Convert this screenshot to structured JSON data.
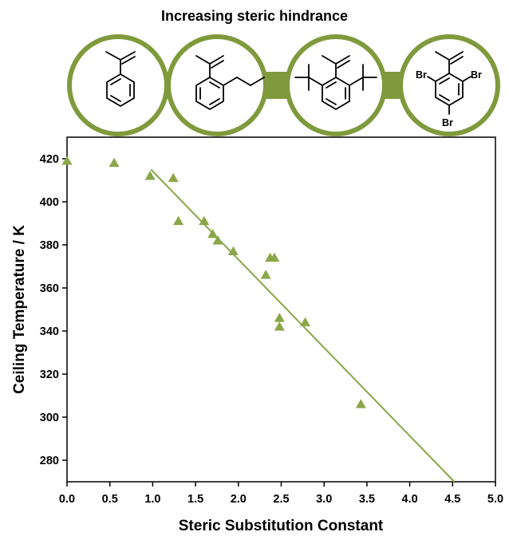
{
  "header": {
    "title": "Increasing steric hindrance",
    "molecules": [
      {
        "name": "alpha-methylstyrene",
        "atoms": []
      },
      {
        "name": "2-propyl-alpha-methylstyrene",
        "atoms": []
      },
      {
        "name": "2,6-di-tert-butyl-alpha-methylstyrene",
        "atoms": []
      },
      {
        "name": "2,4,6-tribromo-alpha-methylstyrene",
        "atoms": [
          "Br",
          "Br",
          "Br"
        ]
      }
    ],
    "accent_color": "#7f9a3c"
  },
  "chart_data": {
    "type": "scatter",
    "xlabel": "Steric Substitution Constant",
    "ylabel": "Ceiling Temperature / K",
    "xlim": [
      0.0,
      5.0
    ],
    "ylim": [
      270,
      430
    ],
    "xticks": [
      "0.0",
      "0.5",
      "1.0",
      "1.5",
      "2.0",
      "2.5",
      "3.0",
      "3.5",
      "4.0",
      "4.5",
      "5.0"
    ],
    "yticks": [
      "280",
      "300",
      "320",
      "340",
      "360",
      "380",
      "400",
      "420"
    ],
    "series": [
      {
        "marker": "triangle",
        "color": "#8aa649",
        "points": [
          [
            0.0,
            419
          ],
          [
            0.55,
            418
          ],
          [
            0.97,
            412
          ],
          [
            1.24,
            411
          ],
          [
            1.3,
            391
          ],
          [
            1.6,
            391
          ],
          [
            1.7,
            385
          ],
          [
            1.76,
            382
          ],
          [
            1.94,
            377
          ],
          [
            2.32,
            366
          ],
          [
            2.37,
            374
          ],
          [
            2.42,
            374
          ],
          [
            2.48,
            346
          ],
          [
            2.48,
            342
          ],
          [
            2.78,
            344
          ],
          [
            3.43,
            306
          ]
        ]
      }
    ],
    "fit_line": {
      "x": [
        0.98,
        4.52
      ],
      "y": [
        415,
        270
      ],
      "color": "#8aa649"
    },
    "grid": false,
    "legend": "none"
  }
}
